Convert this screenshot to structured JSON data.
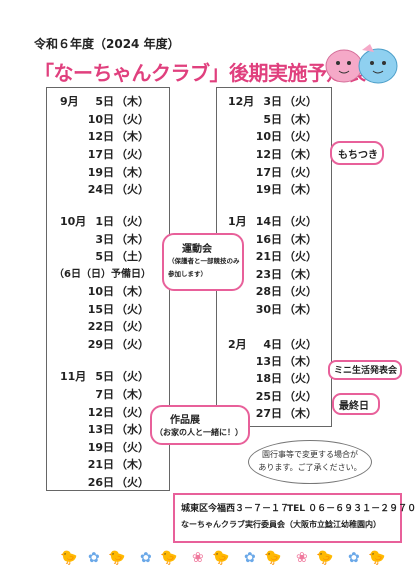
{
  "header": {
    "year_label": "令和６年度（2024 年度）",
    "title": "「なーちゃんクラブ」後期実施予定表"
  },
  "left_rows": [
    {
      "month": "9月",
      "day": "5日",
      "wd": "（木）"
    },
    {
      "month": "",
      "day": "10日",
      "wd": "（火）"
    },
    {
      "month": "",
      "day": "12日",
      "wd": "（木）"
    },
    {
      "month": "",
      "day": "17日",
      "wd": "（火）"
    },
    {
      "month": "",
      "day": "19日",
      "wd": "（木）"
    },
    {
      "month": "",
      "day": "24日",
      "wd": "（火）"
    },
    {
      "month": "10月",
      "day": "1日",
      "wd": "（火）"
    },
    {
      "month": "",
      "day": "3日",
      "wd": "（木）"
    },
    {
      "month": "",
      "day": "5日",
      "wd": "（土）"
    },
    {
      "month": "（6日（日）予備日）",
      "day": "",
      "wd": ""
    },
    {
      "month": "",
      "day": "10日",
      "wd": "（木）"
    },
    {
      "month": "",
      "day": "15日",
      "wd": "（火）"
    },
    {
      "month": "",
      "day": "22日",
      "wd": "（火）"
    },
    {
      "month": "",
      "day": "29日",
      "wd": "（火）"
    },
    {
      "month": "11月",
      "day": "5日",
      "wd": "（火）"
    },
    {
      "month": "",
      "day": "7日",
      "wd": "（木）"
    },
    {
      "month": "",
      "day": "12日",
      "wd": "（火）"
    },
    {
      "month": "",
      "day": "13日",
      "wd": "（水）"
    },
    {
      "month": "",
      "day": "19日",
      "wd": "（火）"
    },
    {
      "month": "",
      "day": "21日",
      "wd": "（木）"
    },
    {
      "month": "",
      "day": "26日",
      "wd": "（火）"
    }
  ],
  "right_rows": [
    {
      "month": "12月",
      "day": "3日",
      "wd": "（火）"
    },
    {
      "month": "",
      "day": "5日",
      "wd": "（木）"
    },
    {
      "month": "",
      "day": "10日",
      "wd": "（火）"
    },
    {
      "month": "",
      "day": "12日",
      "wd": "（木）"
    },
    {
      "month": "",
      "day": "17日",
      "wd": "（火）"
    },
    {
      "month": "",
      "day": "19日",
      "wd": "（木）"
    },
    {
      "month": "1月",
      "day": "14日",
      "wd": "（火）"
    },
    {
      "month": "",
      "day": "16日",
      "wd": "（木）"
    },
    {
      "month": "",
      "day": "21日",
      "wd": "（火）"
    },
    {
      "month": "",
      "day": "23日",
      "wd": "（木）"
    },
    {
      "month": "",
      "day": "28日",
      "wd": "（火）"
    },
    {
      "month": "",
      "day": "30日",
      "wd": "（木）"
    },
    {
      "month": "2月",
      "day": "4日",
      "wd": "（火）"
    },
    {
      "month": "",
      "day": "13日",
      "wd": "（木）"
    },
    {
      "month": "",
      "day": "18日",
      "wd": "（火）"
    },
    {
      "month": "",
      "day": "25日",
      "wd": "（火）"
    },
    {
      "month": "",
      "day": "27日",
      "wd": "（木）"
    }
  ],
  "callouts": {
    "undoukai_title": "運動会",
    "undoukai_line1": "（保護者と一部競技のみ",
    "undoukai_line2": "参加します）",
    "mochitsuki": "もちつき",
    "mini": "ミニ生活発表会",
    "saishuubi": "最終日",
    "sakuhin_title": "作品展",
    "sakuhin_sub": "（お家の人と一緒に！）"
  },
  "note": {
    "line1": "園行事等で変更する場合が",
    "line2": "あります。ご了承ください。"
  },
  "contact": {
    "address": "城東区今福西３－７－１７",
    "tel": "TEL ０６－６９３１－２９７０",
    "org": "なーちゃんクラブ実行委員会（大阪市立鯰江幼稚園内）"
  },
  "colors": {
    "accent": "#e8609a",
    "title": "#e0407e"
  }
}
